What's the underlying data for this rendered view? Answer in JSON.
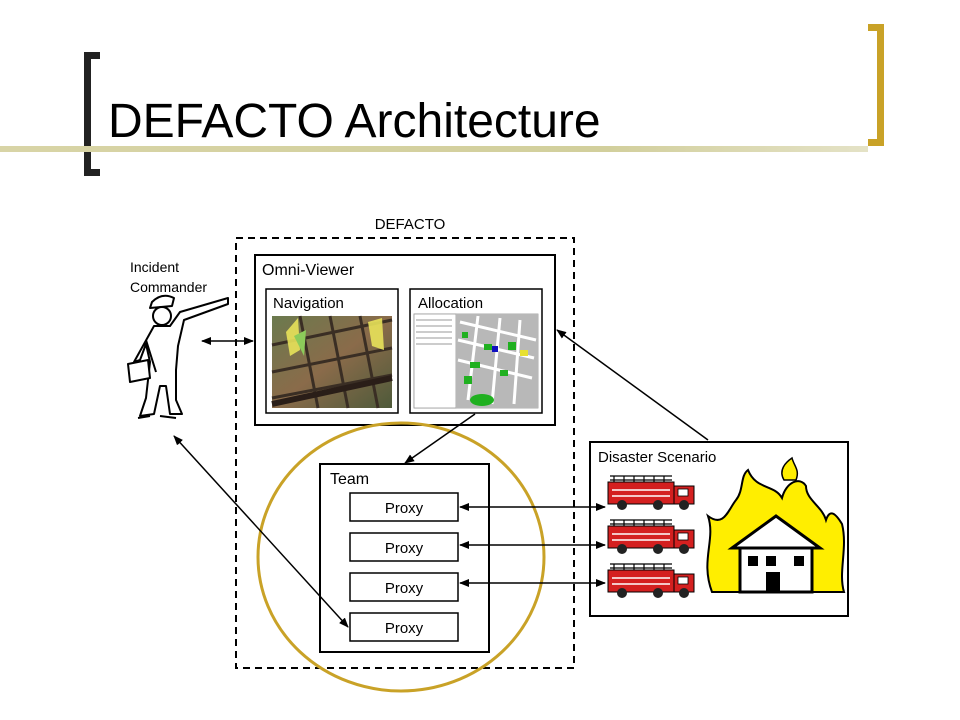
{
  "slide": {
    "title": "DEFACTO Architecture",
    "accent_color": "#C9A227",
    "rule_color": "#CFCC96"
  },
  "diagram": {
    "outer_label": "DEFACTO",
    "person_label_line1": "Incident",
    "person_label_line2": "Commander",
    "omni_viewer_label": "Omni-Viewer",
    "navigation_label": "Navigation",
    "allocation_label": "Allocation",
    "team_label": "Team",
    "proxies": [
      "Proxy",
      "Proxy",
      "Proxy",
      "Proxy"
    ],
    "disaster_label": "Disaster Scenario",
    "circle_color": "#C9A227",
    "fire_color": "#FFEE00",
    "truck_color": "#D42020"
  }
}
